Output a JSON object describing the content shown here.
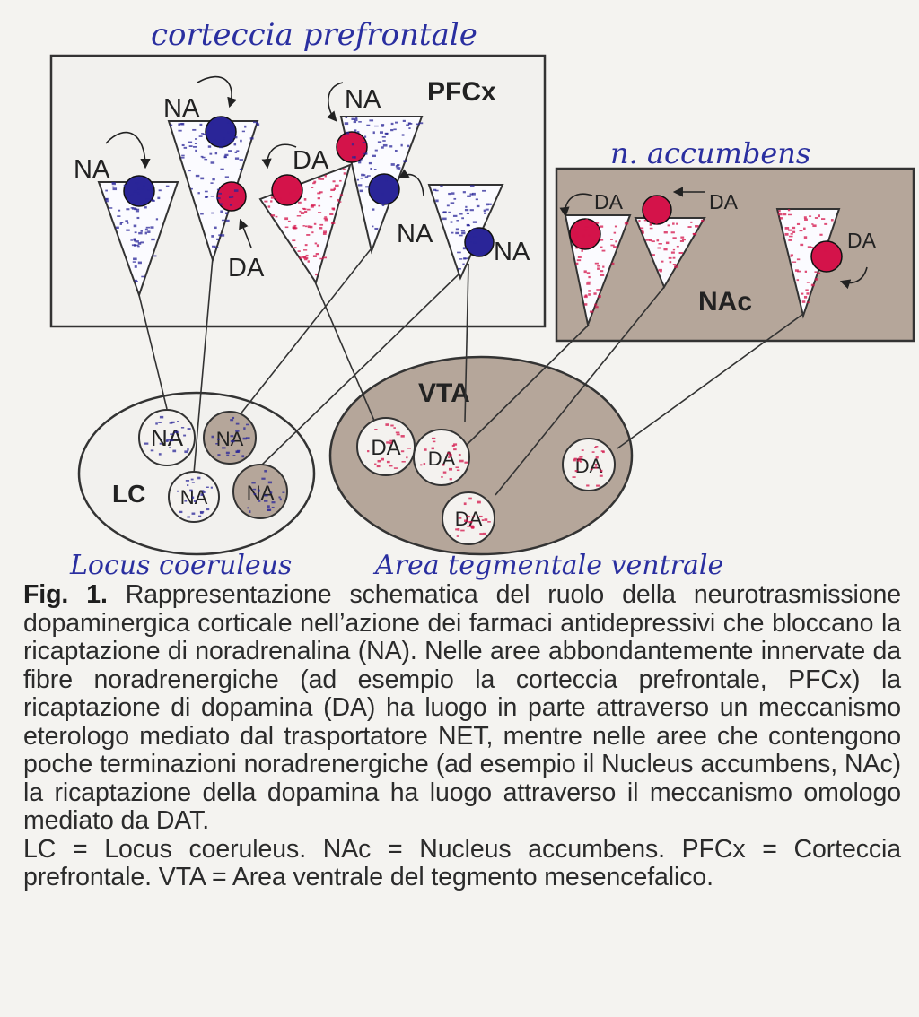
{
  "handwritten": {
    "pfc_note": "corteccia prefrontale",
    "nac_note": "n. accumbens",
    "lc_note": "Locus coeruleus",
    "vta_note": "Area tegmentale ventrale"
  },
  "regions": {
    "pfcx": "PFCx",
    "nac": "NAc",
    "vta": "VTA",
    "lc": "LC"
  },
  "transmitters": {
    "na": "NA",
    "da": "DA"
  },
  "colors": {
    "noradrenaline": "#2a2598",
    "dopamine": "#d4134a",
    "box_fill": "#b5a69a"
  },
  "caption": {
    "label": "Fig. 1.",
    "text": "Rappresentazione schematica del ruolo della neurotrasmissione dopaminergica corticale nell’azione dei farmaci antidepressivi che bloccano la ricaptazione di noradrenalina (NA). Nelle aree abbondantemente innervate da fibre noradrenergiche (ad esempio la corteccia prefrontale, PFCx) la ricaptazione di dopamina (DA) ha luogo in parte attraverso un meccanismo eterologo mediato dal trasportatore NET, mentre nelle aree che contengono poche terminazioni noradrenergiche (ad esempio il Nucleus accumbens, NAc) la ricaptazione della dopamina ha luogo attraverso il meccanismo omologo mediato da DAT.",
    "abbreviations": "LC = Locus coeruleus. NAc = Nucleus accumbens. PFCx = Corteccia prefrontale. VTA = Area ventrale del tegmento mesencefalico."
  }
}
